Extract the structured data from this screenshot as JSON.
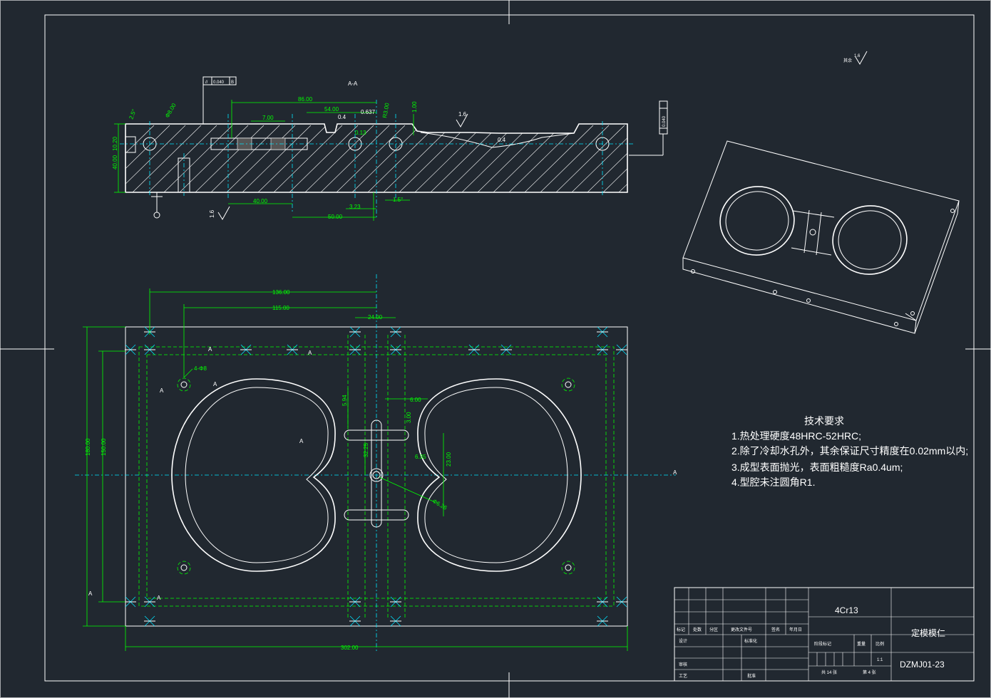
{
  "section": {
    "label": "A-A"
  },
  "section_dims": {
    "d86": "86.00",
    "d54": "54.00",
    "d7": "7.00",
    "d0637": "0.637",
    "r300": "R3.00",
    "d100": "1.00",
    "d04a": "0.4",
    "d04b": "0.4",
    "d013": "0.13",
    "d40": "40.00",
    "d50": "50.00",
    "d323": "3.23",
    "d15deg": "1.5°",
    "d4000": "40.00",
    "d1020": "10.20",
    "dia": "Φ8.00",
    "ang": "2.5°",
    "tol_top": "0.040",
    "tol_top_datum": "B",
    "tol_right": "0.040",
    "tol_right_datum": "B",
    "rough": "1.6"
  },
  "plan_dims": {
    "d136": "136.00",
    "d115": "115.00",
    "d24": "24.00",
    "d180": "180.00",
    "d150": "150.00",
    "d302": "302.00",
    "hole": "4-Φ8",
    "d594": "5.94",
    "d600": "6.00",
    "d300": "3.00",
    "d3225": "32.25",
    "d635": "6.35",
    "d2300": "23.00",
    "dia626": "Φ6.26",
    "sec_mark": "A"
  },
  "corner_rough": {
    "label": "其余",
    "value": "1.6"
  },
  "notes": {
    "title": "技术要求",
    "items": [
      "1.热处理硬度48HRC-52HRC;",
      "2.除了冷却水孔外，其余保证尺寸精度在0.02mm以内;",
      "3.成型表面抛光，表面粗糙度Ra0.4um;",
      "4.型腔未注圆角R1."
    ]
  },
  "title_block": {
    "material": "4Cr13",
    "part_name": "定模模仁",
    "drawing_no": "DZMJ01-23",
    "scale_label": "比例",
    "scale": "1:1",
    "weight_label": "重量",
    "stage_label": "阶段标记",
    "sheets": "共 14 张",
    "sheet_no": "第 4 张",
    "row_labels": [
      "标记",
      "处数",
      "分区",
      "更改文件号",
      "签名",
      "年月日"
    ],
    "designer": "设计",
    "std": "标准化",
    "reviewer": "审核",
    "process": "工艺",
    "approve": "批准"
  }
}
